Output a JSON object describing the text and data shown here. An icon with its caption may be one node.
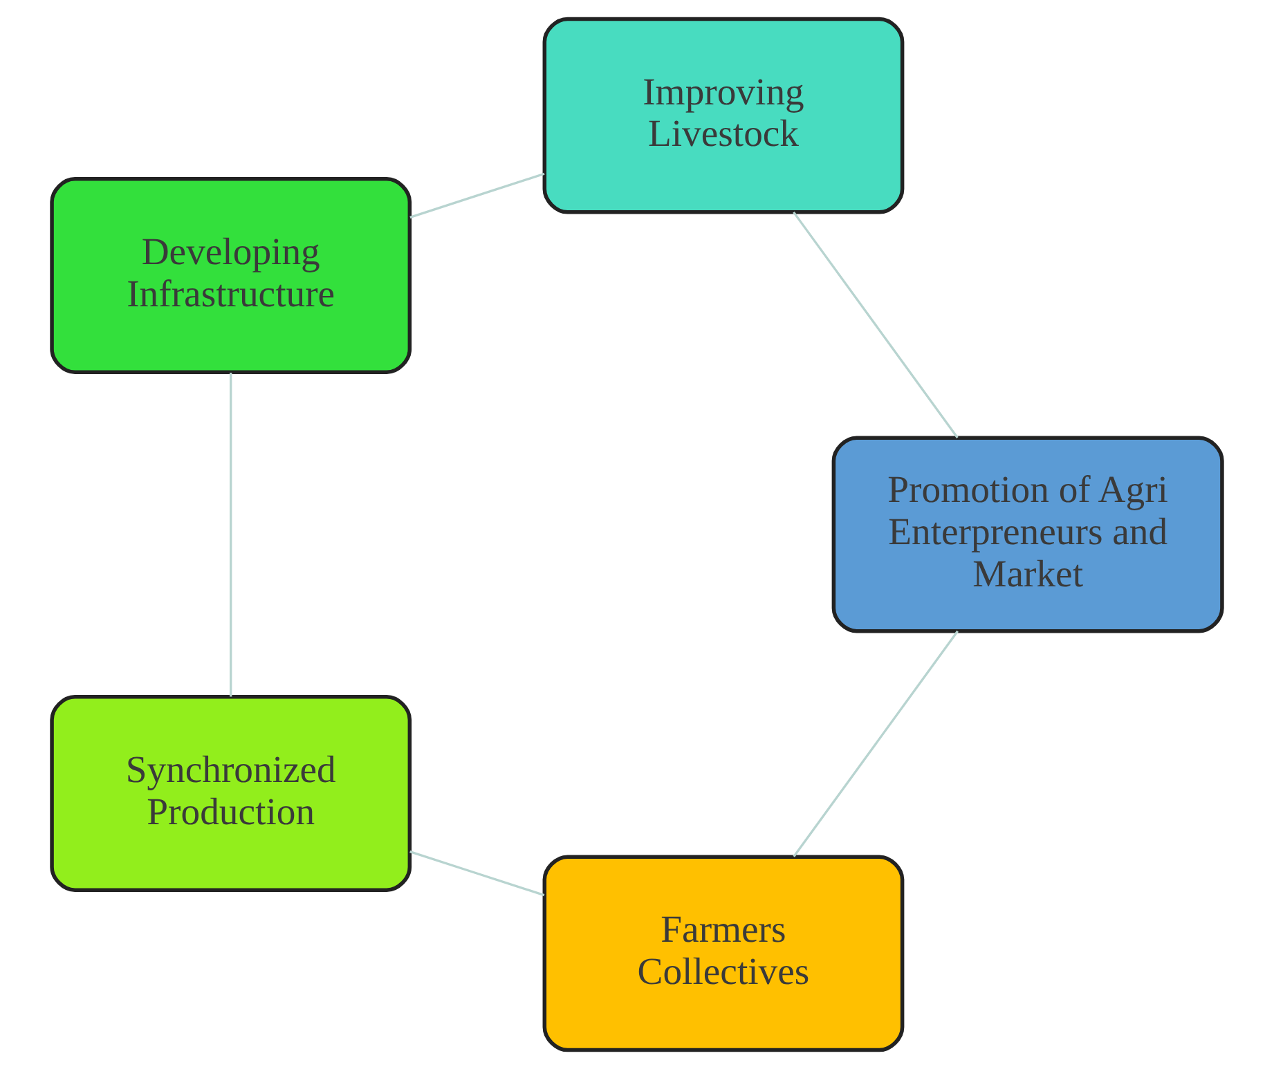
{
  "diagram": {
    "nodes": [
      {
        "text": [
          "Farmers Collectives"
        ]
      },
      {
        "text": [
          "Synchronized Production"
        ]
      },
      {
        "text": [
          "Developing Infrastructure"
        ]
      },
      {
        "text": [
          "Improving Livestock"
        ]
      },
      {
        "text": [
          "Promotion of Agri Enterpreneurs and Market"
        ]
      }
    ],
    "edges": [
      {
        "from": 0,
        "to": 1,
        "arrow": "none"
      },
      {
        "from": 1,
        "to": 2,
        "arrow": "none"
      },
      {
        "from": 2,
        "to": 3,
        "arrow": "none"
      },
      {
        "from": 3,
        "to": 4,
        "arrow": "none"
      },
      {
        "from": 4,
        "to": 0,
        "arrow": "none"
      }
    ]
  }
}
